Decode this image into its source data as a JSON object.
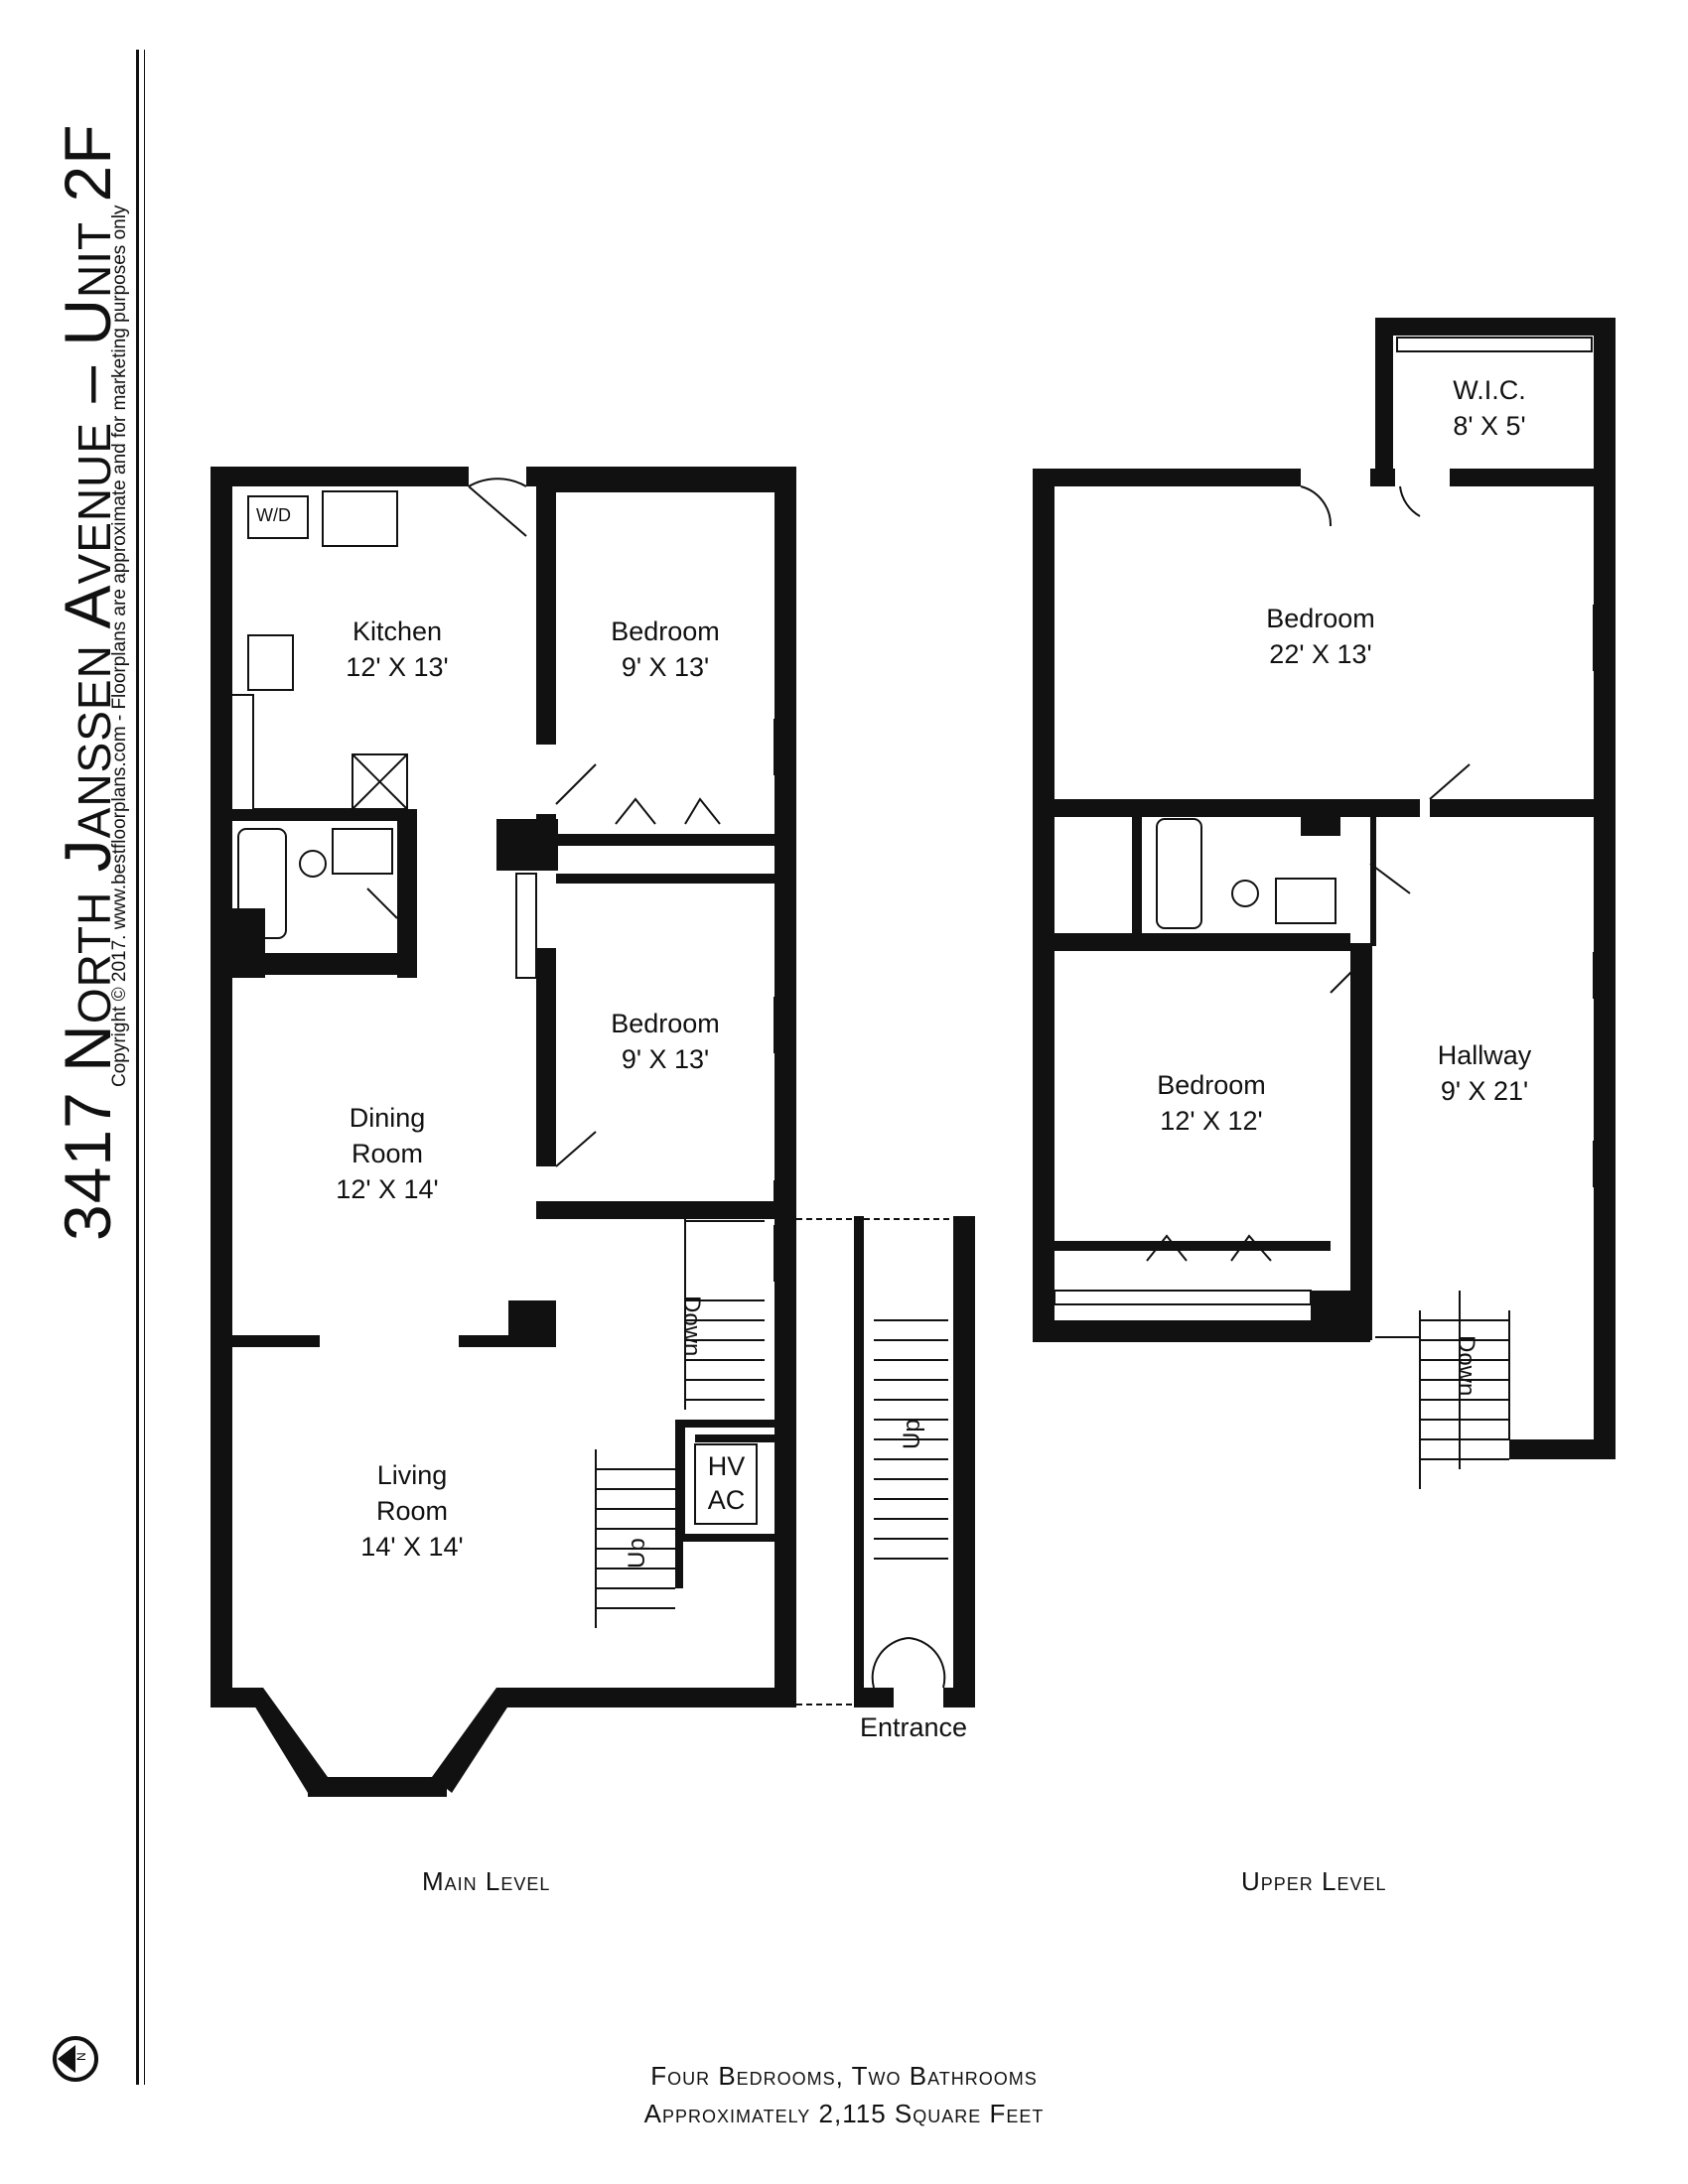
{
  "header": {
    "title": "3417 North Janssen Avenue – Unit 2F",
    "copyright": "Copyright © 2017. www.bestfloorplans.com - Floorplans are approximate and for marketing purposes only"
  },
  "compass_icon": "north-arrow-icon",
  "main_level": {
    "label": "Main Level",
    "rooms": {
      "kitchen": {
        "name": "Kitchen",
        "size": "12' X 13'"
      },
      "bedroom_1": {
        "name": "Bedroom",
        "size": "9' X 13'"
      },
      "bedroom_2": {
        "name": "Bedroom",
        "size": "9' X 13'"
      },
      "dining": {
        "name_line1": "Dining",
        "name_line2": "Room",
        "size": "12' X 14'"
      },
      "living": {
        "name_line1": "Living",
        "name_line2": "Room",
        "size": "14' X 14'"
      }
    },
    "fixtures": {
      "wd": "W/D",
      "hvac_line1": "HV",
      "hvac_line2": "AC"
    },
    "stairs": {
      "down": "Down",
      "up_1": "Up",
      "up_2": "Up"
    },
    "entrance": "Entrance"
  },
  "upper_level": {
    "label": "Upper Level",
    "rooms": {
      "wic": {
        "name": "W.I.C.",
        "size": "8' X 5'"
      },
      "bedroom_large": {
        "name": "Bedroom",
        "size": "22' X 13'"
      },
      "bedroom_small": {
        "name": "Bedroom",
        "size": "12' X 12'"
      },
      "hallway": {
        "name": "Hallway",
        "size": "9' X 21'"
      }
    },
    "stairs": {
      "down": "Down"
    }
  },
  "footer": {
    "line1": "Four Bedrooms, Two Bathrooms",
    "line2": "Approximately 2,115 Square Feet"
  }
}
